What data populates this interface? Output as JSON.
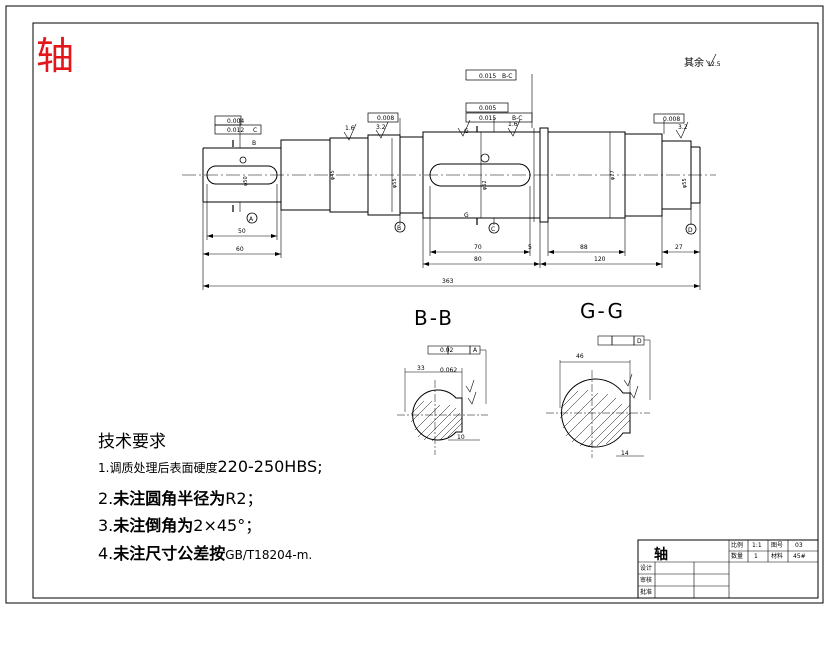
{
  "drawing": {
    "big_title": "轴",
    "rest_note": "其余",
    "rest_roughness": "12.5"
  },
  "sections": {
    "bb_label": "B-B",
    "gg_label": "G-G",
    "bb_dims": {
      "width": "33",
      "tol": "0.062",
      "keyway": "10",
      "sym": "0.02",
      "datum": "A",
      "sym_label": "0.02"
    },
    "gg_dims": {
      "width": "46",
      "keyway": "14",
      "datum": "D"
    }
  },
  "tolerances": {
    "left_frame_1": "0.004",
    "left_frame_2": "0.012",
    "left_datum": "C",
    "mid_frame": "0.008",
    "center_frame_1": "0.005",
    "center_frame_2": "0.015",
    "center_datum": "B-C",
    "top_frame": "0.015",
    "top_datum": "B-C",
    "right_frame": "0.008"
  },
  "dimensions": {
    "d50": "50",
    "d60": "60",
    "d70": "70",
    "d80": "80",
    "d88": "88",
    "d120": "120",
    "d27": "27",
    "d363": "363",
    "d5": "5",
    "dia_45": "φ45",
    "dia_77": "φ77",
    "dia_left": "φ50",
    "dia_mid": "φ55",
    "dia_center": "φ62",
    "dia_right": "φ55",
    "rough_16": "1.6",
    "rough_32": "3.2"
  },
  "markers": {
    "A": "A",
    "B": "B",
    "G": "G",
    "C": "C",
    "D": "D"
  },
  "requirements": {
    "heading": "技术要求",
    "r1_cn": "1.调质处理后表面硬度",
    "r1_lat": "220-250HBS;",
    "r2_num": "2.",
    "r2_cn": "未注圆角半径为",
    "r2_lat": "R2；",
    "r3_num": "3.",
    "r3_cn": "未注倒角为",
    "r3_lat": "2×45°；",
    "r4_num": "4.",
    "r4_cn": "未注尺寸公差按",
    "r4_lat": "GB/T18204-m."
  },
  "title_block": {
    "name": "轴",
    "scale_label": "比例",
    "scale_value": "1:1",
    "fig_label": "图号",
    "fig_value": "03",
    "qty_label": "数量",
    "qty_value": "1",
    "mat_label": "材料",
    "mat_value": "45#",
    "draw_label": "设计",
    "check_label": "审核",
    "approve_label": "批准"
  }
}
